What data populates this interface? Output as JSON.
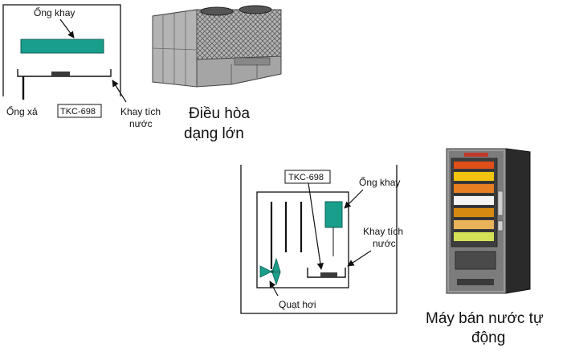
{
  "diagram_top": {
    "tray_pipe_label": "Ống khay",
    "drain_pipe_label": "Ống xả",
    "sensor_label": "TKC-698",
    "drip_tray_label_line1": "Khay tích",
    "drip_tray_label_line2": "nước"
  },
  "diagram_bottom": {
    "sensor_label": "TKC-698",
    "tray_pipe_label": "Ống khay",
    "drip_tray_label_line1": "Khay tích",
    "drip_tray_label_line2": "nước",
    "fan_label": "Quạt hơi"
  },
  "captions": {
    "chiller_line1": "Điều hòa",
    "chiller_line2": "dạng lớn",
    "vending_line1": "Máy bán nước tự",
    "vending_line2": "động"
  },
  "colors": {
    "teal": "#1a9e8c",
    "sensor": "#3a3a3a",
    "machine_dark": "#2a2a2a",
    "machine_gray": "#9a9a9a"
  }
}
